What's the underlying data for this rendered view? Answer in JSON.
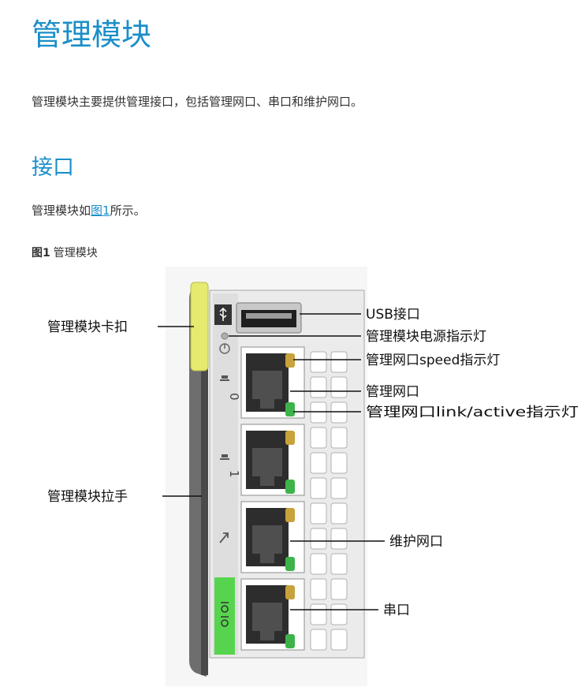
{
  "title": "管理模块",
  "intro": "管理模块主要提供管理接口，包括管理网口、串口和维护网口。",
  "section": {
    "heading": "接口",
    "ref_prefix": "管理模块如",
    "ref_link": "图1",
    "ref_suffix": "所示。"
  },
  "figure": {
    "caption_label": "图1",
    "caption_text": "管理模块",
    "port_labels": [
      "0",
      "1"
    ],
    "callouts": {
      "latch": "管理模块卡扣",
      "handle": "管理模块拉手",
      "usb": "USB接口",
      "power_led": "管理模块电源指示灯",
      "speed_led": "管理网口speed指示灯",
      "mgmt_port": "管理网口",
      "link_led": "管理网口link/active指示灯",
      "maint_port": "维护网口",
      "serial": "串口"
    },
    "colors": {
      "latch": "#e6ea6e",
      "handle": "#6e6e6e",
      "speed_led": "#c8a23a",
      "link_led": "#3db34a",
      "serial_tag": "#57d44e"
    }
  }
}
